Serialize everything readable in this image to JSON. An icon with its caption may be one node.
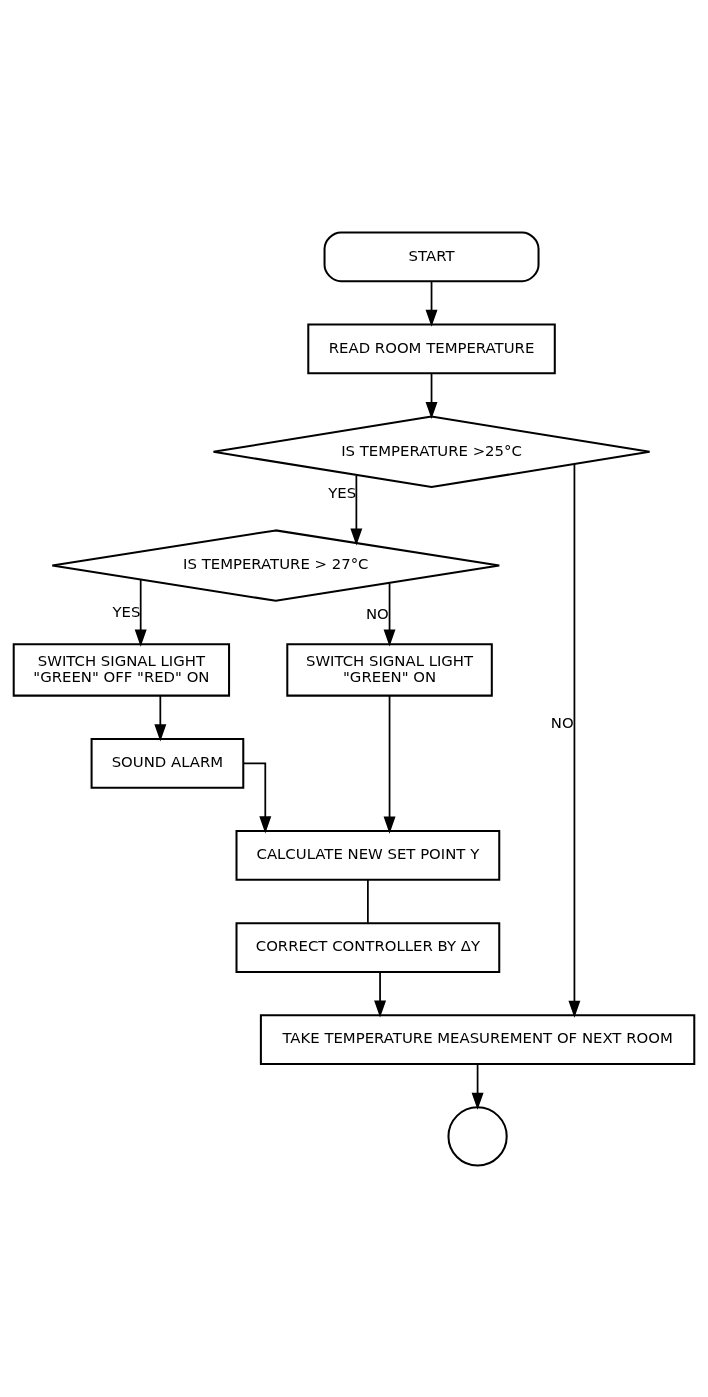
{
  "diagram": {
    "nodes": [
      {
        "text": [
          "START"
        ]
      },
      {
        "text": [
          "READ ROOM TEMPERATURE"
        ]
      },
      {
        "text": [
          "IS TEMPERATURE >25°C"
        ]
      },
      {
        "text": [
          "IS TEMPERATURE > 27°C"
        ]
      },
      {
        "text": [
          "SWITCH SIGNAL LIGHT",
          "\"GREEN\" OFF \"RED\" ON"
        ]
      },
      {
        "text": [
          "SWITCH SIGNAL LIGHT",
          "\"GREEN\" ON"
        ]
      },
      {
        "text": [
          "SOUND ALARM"
        ]
      },
      {
        "text": [
          "CALCULATE NEW SET POINT Y"
        ]
      },
      {
        "text": [
          "CORRECT CONTROLLER BY ΔY"
        ]
      },
      {
        "text": [
          "TAKE TEMPERATURE MEASUREMENT OF NEXT ROOM"
        ]
      },
      {
        "text": [],
        "shape": "circle"
      }
    ],
    "edges": [
      {
        "from": 0,
        "to": 1,
        "arrow": "to"
      },
      {
        "from": 1,
        "to": 2,
        "arrow": "to"
      },
      {
        "from": 2,
        "to": 9,
        "label": "NO",
        "arrow": "to"
      },
      {
        "from": 2,
        "to": 3,
        "label": "YES",
        "arrow": "to"
      },
      {
        "from": 3,
        "to": 5,
        "label": "NO",
        "arrow": "to"
      },
      {
        "from": 3,
        "to": 4,
        "label": "YES",
        "arrow": "to"
      },
      {
        "from": 4,
        "to": 6,
        "arrow": "to"
      },
      {
        "from": 6,
        "to": 7,
        "arrow": "to"
      },
      {
        "from": 5,
        "to": 7,
        "arrow": "to"
      },
      {
        "from": 7,
        "to": 8,
        "arrow": "none"
      },
      {
        "from": 8,
        "to": 9,
        "arrow": "to"
      },
      {
        "from": 9,
        "to": 10,
        "arrow": "to"
      }
    ]
  }
}
